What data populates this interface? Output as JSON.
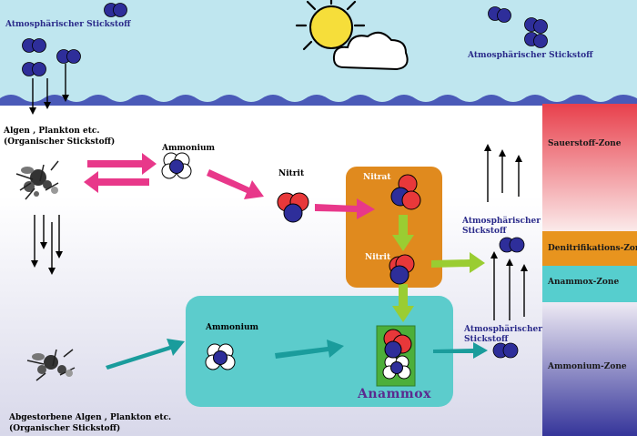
{
  "labels": {
    "atm_n2_top_left": "Atmosphärischer  Stickstoff",
    "atm_n2_top_right": "Atmosphärischer  Stickstoff",
    "algae_1": "Algen , Plankton etc.",
    "algae_2": "(Organischer Stickstoff)",
    "ammonium_top": "Ammonium",
    "nitrite_mid": "Nitrit",
    "nitrate_box": "Nitrat",
    "nitrite_box": "Nitrit",
    "atm_n2_mid_1": "Atmosphärischer",
    "atm_n2_mid_2": "Stickstoff",
    "ammonium_anammox": "Ammonium",
    "anammox": "Anammox",
    "atm_n2_low_1": "Atmosphärischer",
    "atm_n2_low_2": "Stickstoff",
    "dead_algae_1": "Abgestorbene Algen , Plankton etc.",
    "dead_algae_2": "(Organischer Stickstoff)"
  },
  "zones": [
    {
      "label": "Sauerstoff-Zone",
      "color": "#e84a55"
    },
    {
      "label": "Denitrifikations-Zone",
      "color": "#e8941e"
    },
    {
      "label": "Anammox-Zone",
      "color": "#56cece"
    },
    {
      "label": "Ammonium-Zone",
      "color": "#3a3aa0"
    }
  ],
  "colors": {
    "sky": "#bfe6ef",
    "water_top": "#ffffff",
    "water_bottom": "#dcdcec",
    "wave": "#4a5ab8",
    "nitrogen_atom": "#2e2e9a",
    "oxygen_atom": "#e8383a",
    "hydrogen_atom": "#ffffff",
    "nitrification_arrow": "#e8388a",
    "anammox_arrow": "#1a9c9c",
    "denitrification_arrow": "#9acd32",
    "nitrification_box": "#e08a1e",
    "anammox_box": "#5ccccc",
    "anammox_cell": "#4caf3a",
    "anammox_title": "#5b2a8f"
  },
  "icons": [
    "sun-icon",
    "cloud-icon",
    "n2-molecule-icon",
    "nh4-molecule-icon",
    "no2-molecule-icon",
    "no3-molecule-icon",
    "plankton-icon"
  ]
}
